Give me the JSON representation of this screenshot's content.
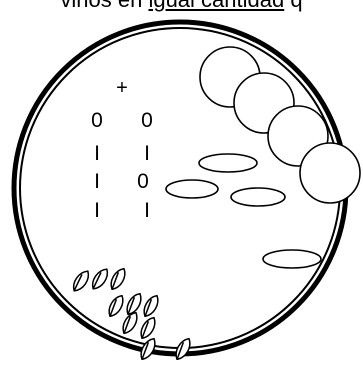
{
  "caption": {
    "before": "vinos en ",
    "underlined": "igual cantidad",
    "after": " q"
  },
  "symbols": {
    "plus": "+",
    "column_left": [
      "0",
      "I",
      "I",
      "I"
    ],
    "column_right": [
      "0",
      "I",
      "0",
      "I"
    ]
  },
  "colors": {
    "stroke": "#000000",
    "background": "#ffffff"
  }
}
